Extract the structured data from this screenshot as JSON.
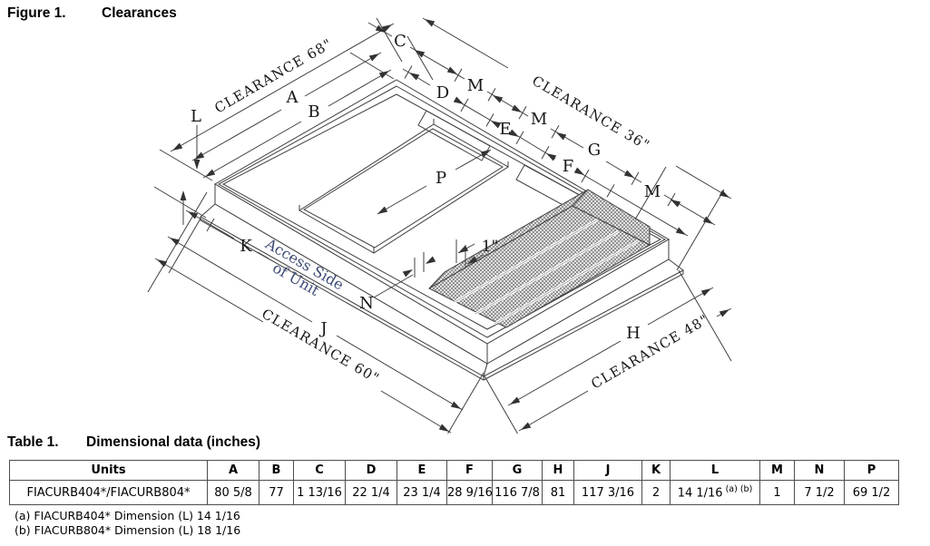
{
  "figure": {
    "label": "Figure 1.",
    "title": "Clearances"
  },
  "diagram": {
    "labels": {
      "a": "A",
      "b": "B",
      "c": "C",
      "d": "D",
      "e": "E",
      "f": "F",
      "g": "G",
      "h": "H",
      "j": "J",
      "k": "K",
      "l": "L",
      "m": "M",
      "n": "N",
      "p": "P",
      "one_inch": "1\"",
      "clearance_top_left": "CLEARANCE 68\"",
      "clearance_top_right": "CLEARANCE 36\"",
      "clearance_bottom_left": "CLEARANCE 60\"",
      "clearance_bottom_right": "CLEARANCE 48\"",
      "access_side_line1": "Access Side",
      "access_side_line2": "of Unit"
    }
  },
  "table": {
    "label": "Table 1.",
    "title": "Dimensional data (inches)",
    "headers": [
      "Units",
      "A",
      "B",
      "C",
      "D",
      "E",
      "F",
      "G",
      "H",
      "J",
      "K",
      "L",
      "M",
      "N",
      "P"
    ],
    "row": [
      "FIACURB404*/FIACURB804*",
      "80 5/8",
      "77",
      "1 13/16",
      "22 1/4",
      "23 1/4",
      "28 9/16",
      "116 7/8",
      "81",
      "117 3/16",
      "2",
      "14 1/16",
      "1",
      "7 1/2",
      "69 1/2"
    ],
    "l_superscript": "(a) (b)"
  },
  "footnotes": [
    "(a) FIACURB404* Dimension (L) 14 1/16",
    "(b) FIACURB804* Dimension (L) 18 1/16"
  ],
  "colors": {
    "line": "#3f3f3f",
    "accent_text": "#3d4a75"
  }
}
